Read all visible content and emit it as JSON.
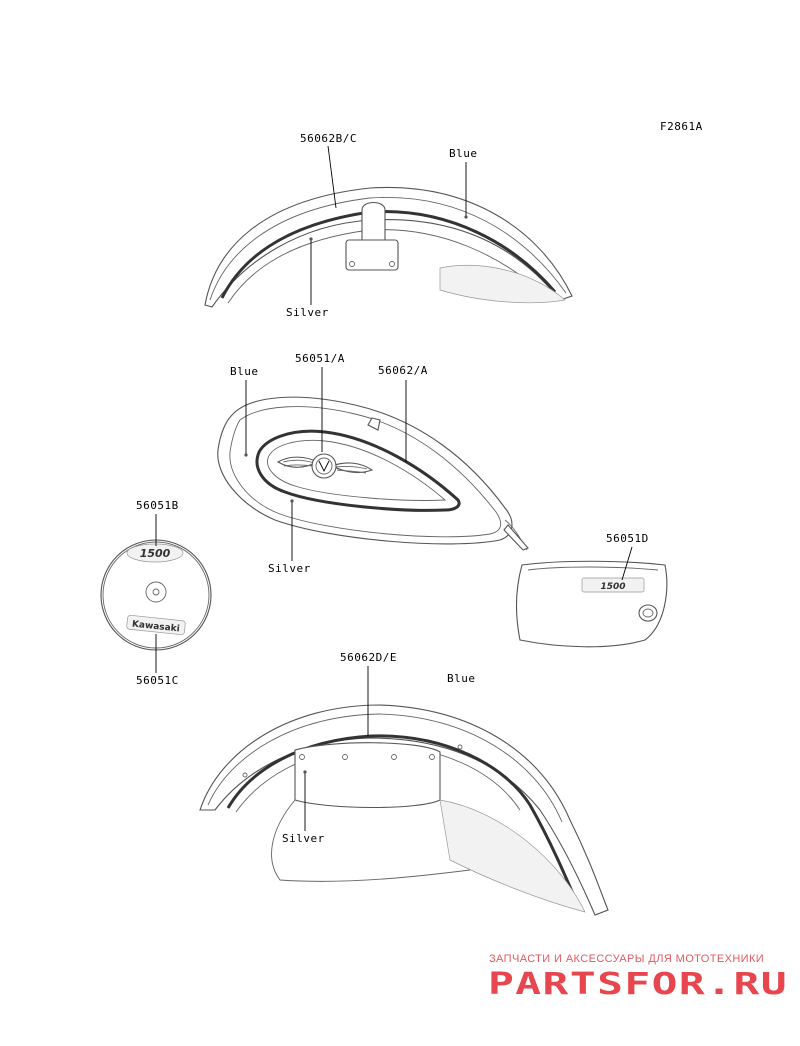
{
  "figure_code": "F2861A",
  "labels": {
    "front_fender_part": "56062B/C",
    "front_fender_color_top": "Blue",
    "front_fender_color_bottom": "Silver",
    "tank_color_top": "Blue",
    "tank_emblem_part": "56051/A",
    "tank_stripe_part": "56062/A",
    "tank_color_bottom": "Silver",
    "round_cover_top_part": "56051B",
    "round_cover_bottom_part": "56051C",
    "side_cover_part": "56051D",
    "rear_fender_part": "56062D/E",
    "rear_fender_color_top": "Blue",
    "rear_fender_color_bottom": "Silver"
  },
  "decals": {
    "round_top": "1500",
    "round_bottom": "Kawasaki",
    "side_cover": "1500"
  },
  "watermark": {
    "tagline": "ЗАПЧАСТИ И АКСЕССУАРЫ ДЛЯ МОТОТЕХНИКИ",
    "brand": "PARTSFOR.RU"
  },
  "colors": {
    "watermark": "#e8464f",
    "line": "#555555"
  },
  "icons": [
    "wing-emblem-icon"
  ]
}
